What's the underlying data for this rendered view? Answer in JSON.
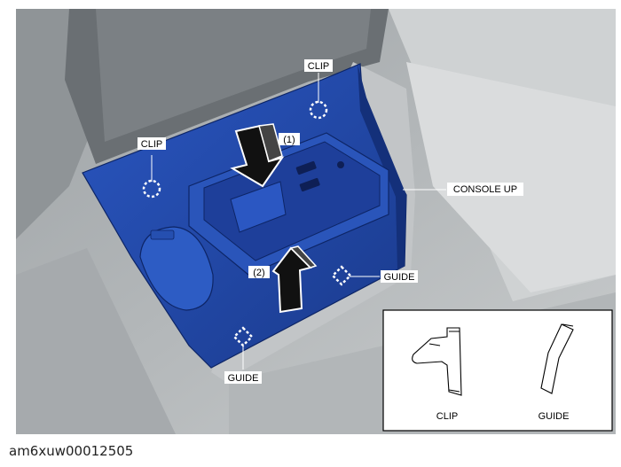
{
  "callouts": {
    "clip_top": "CLIP",
    "clip_left": "CLIP",
    "step_1": "(1)",
    "step_2": "(2)",
    "console_up": "CONSOLE UP",
    "guide_right": "GUIDE",
    "guide_bottom": "GUIDE"
  },
  "inset": {
    "clip_label": "CLIP",
    "guide_label": "GUIDE"
  },
  "caption": "am6xuw00012505",
  "colors": {
    "part_blue": "#2248a8",
    "interior_gray": "#b8bcbe",
    "arrow_black": "#111111"
  }
}
